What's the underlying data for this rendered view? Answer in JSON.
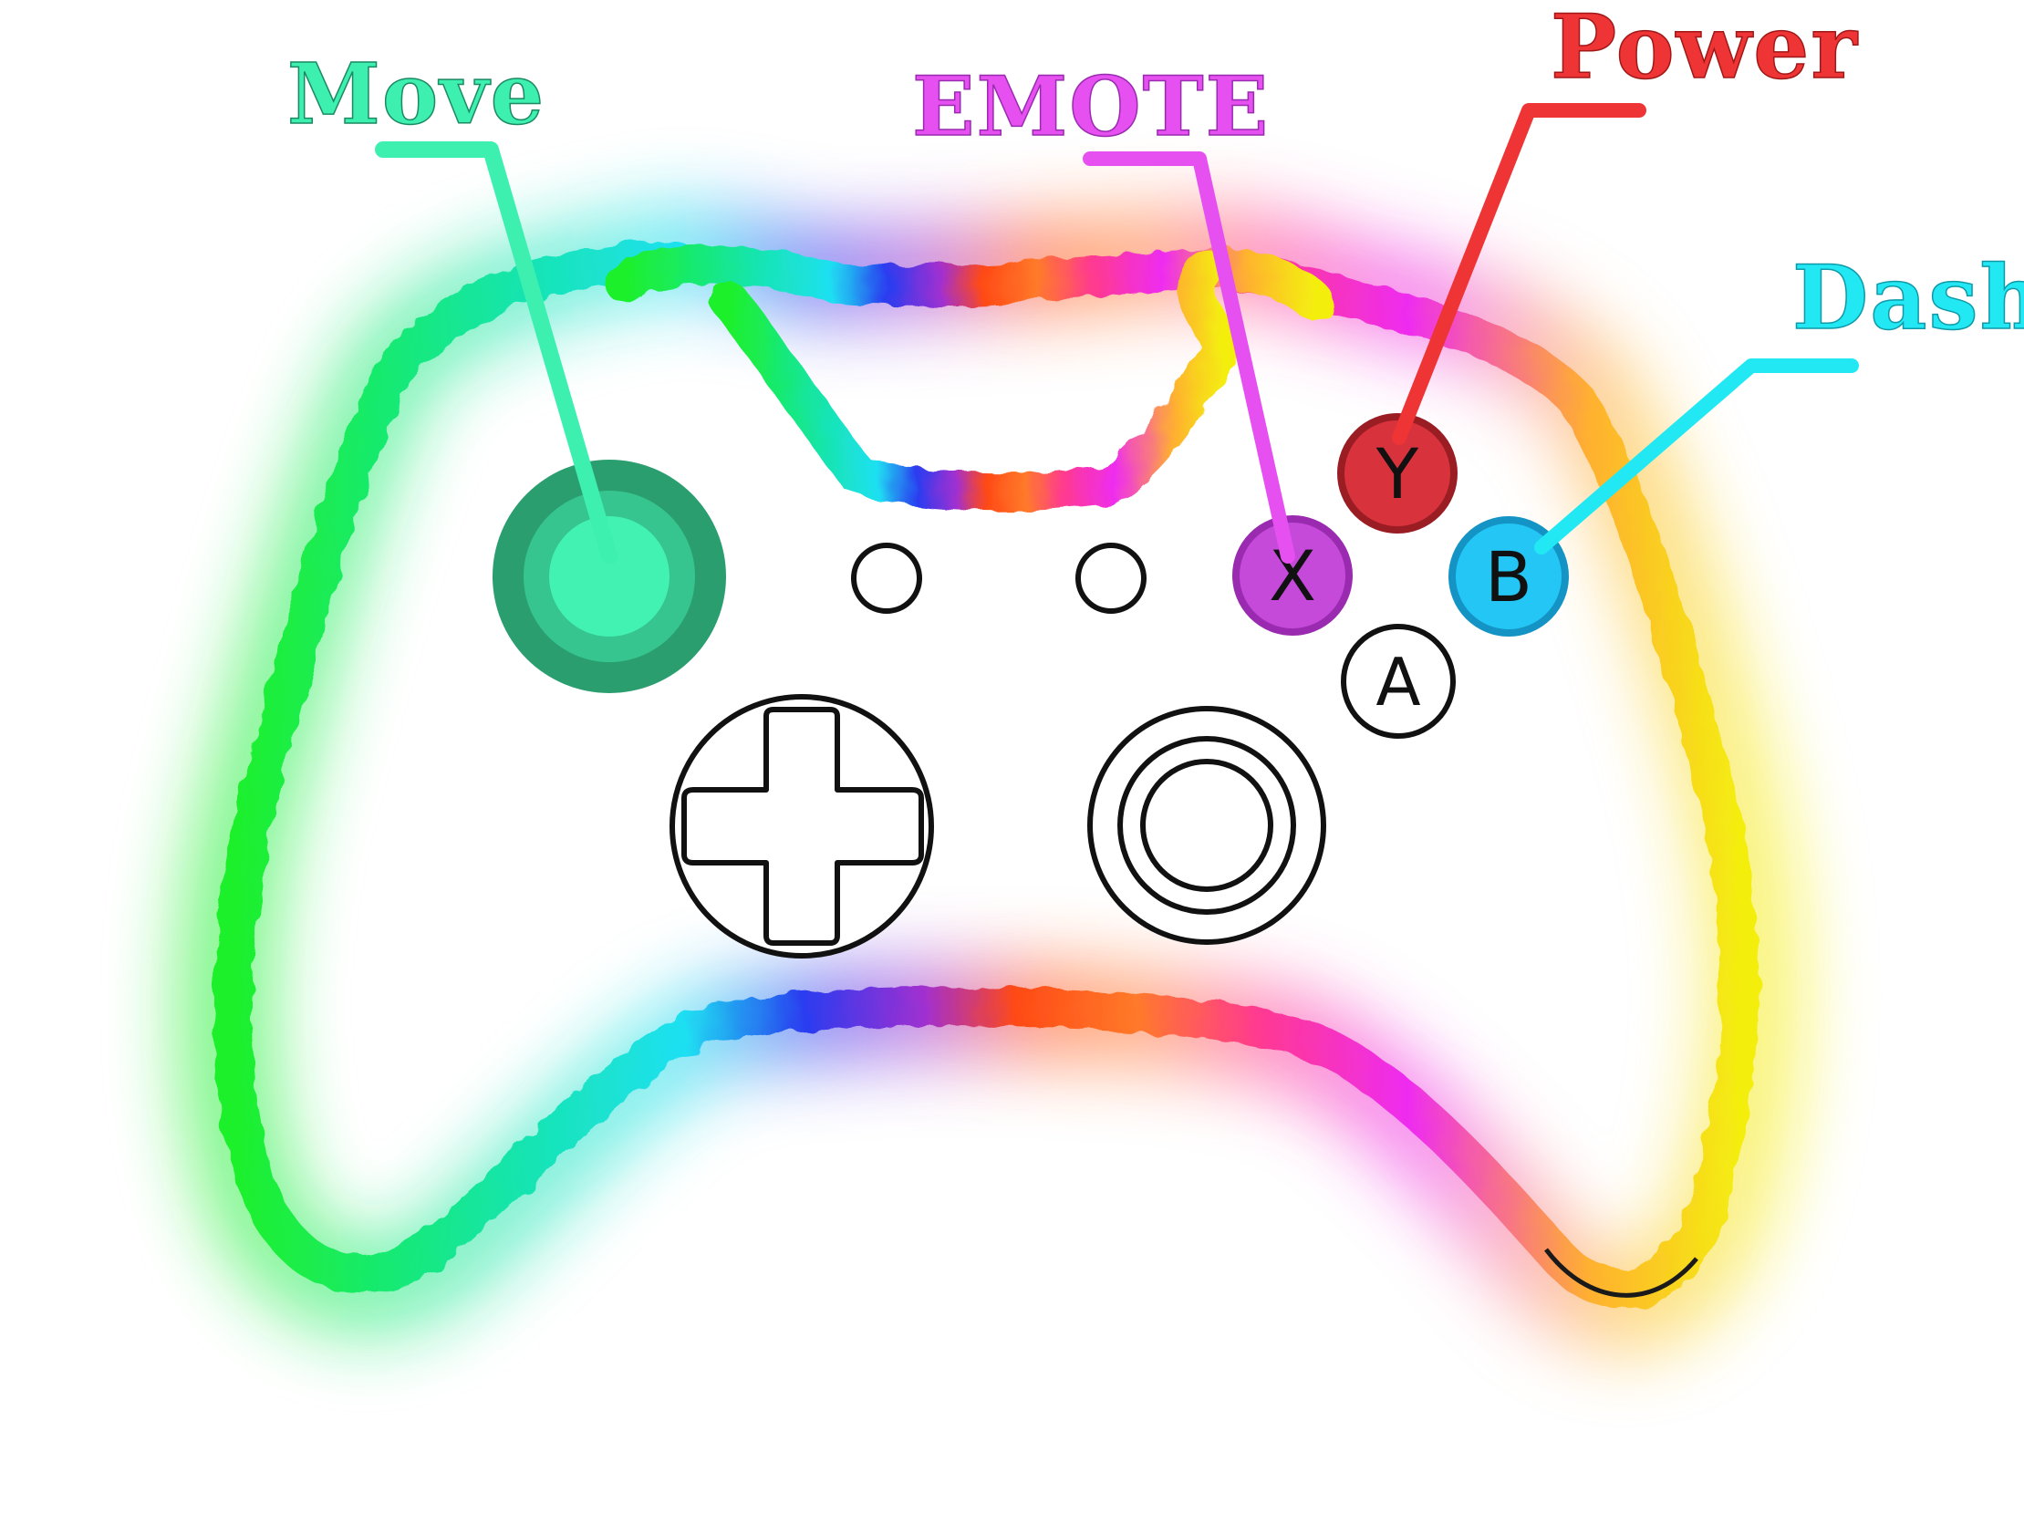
{
  "labels": {
    "move": "Move",
    "emote": "EMOTE",
    "power": "Power",
    "dash": "Dash"
  },
  "buttons": {
    "x": "X",
    "y": "Y",
    "b": "B",
    "a": "A"
  },
  "colors": {
    "move": "#3ef0b0",
    "emote": "#e64ff0",
    "power": "#ee3434",
    "dash": "#22e8f4",
    "x_button": "#c54ad9",
    "y_button": "#d8323c",
    "b_button": "#23c6f5",
    "stick": "#2b9e70",
    "stick_inner": "#42f2b3"
  },
  "icons": {
    "left_stick": "thumbstick-icon",
    "dpad": "dpad-icon",
    "right_stick": "thumbstick-icon",
    "view_button": "view-button-icon",
    "menu_button": "menu-button-icon"
  }
}
